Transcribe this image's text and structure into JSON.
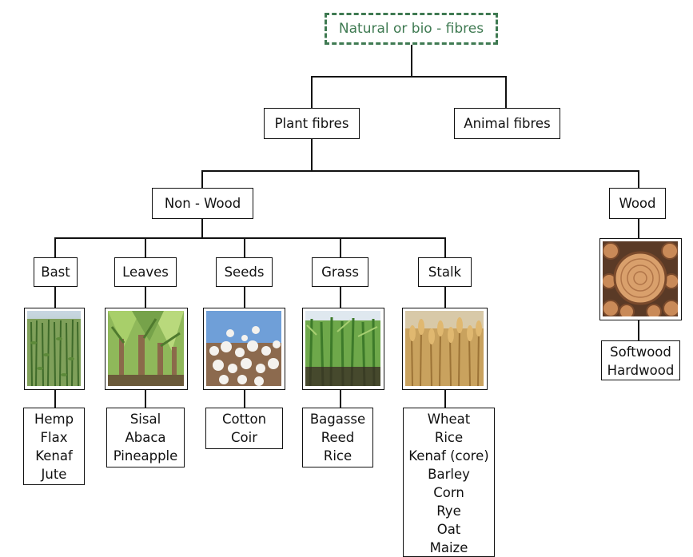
{
  "root": {
    "label": "Natural or bio - fibres"
  },
  "level1": {
    "plant": "Plant fibres",
    "animal": "Animal fibres"
  },
  "level2": {
    "nonwood": "Non - Wood",
    "wood": "Wood"
  },
  "categories": [
    {
      "label": "Bast",
      "image": "hemp-stalks-photo",
      "items": [
        "Hemp",
        "Flax",
        "Kenaf",
        "Jute"
      ]
    },
    {
      "label": "Leaves",
      "image": "banana-plant-photo",
      "items": [
        "Sisal",
        "Abaca",
        "Pineapple"
      ]
    },
    {
      "label": "Seeds",
      "image": "cotton-bolls-photo",
      "items": [
        "Cotton",
        "Coir"
      ]
    },
    {
      "label": "Grass",
      "image": "sugarcane-photo",
      "items": [
        "Bagasse",
        "Reed",
        "Rice"
      ]
    },
    {
      "label": "Stalk",
      "image": "wheat-field-photo",
      "items": [
        "Wheat",
        "Rice",
        "Kenaf (core)",
        "Barley",
        "Corn",
        "Rye",
        "Oat",
        "Maize"
      ]
    }
  ],
  "wood": {
    "image": "log-pile-photo",
    "items": [
      "Softwood",
      "Hardwood"
    ]
  },
  "colors": {
    "root_border": "#3f7a52",
    "line": "#111111"
  }
}
